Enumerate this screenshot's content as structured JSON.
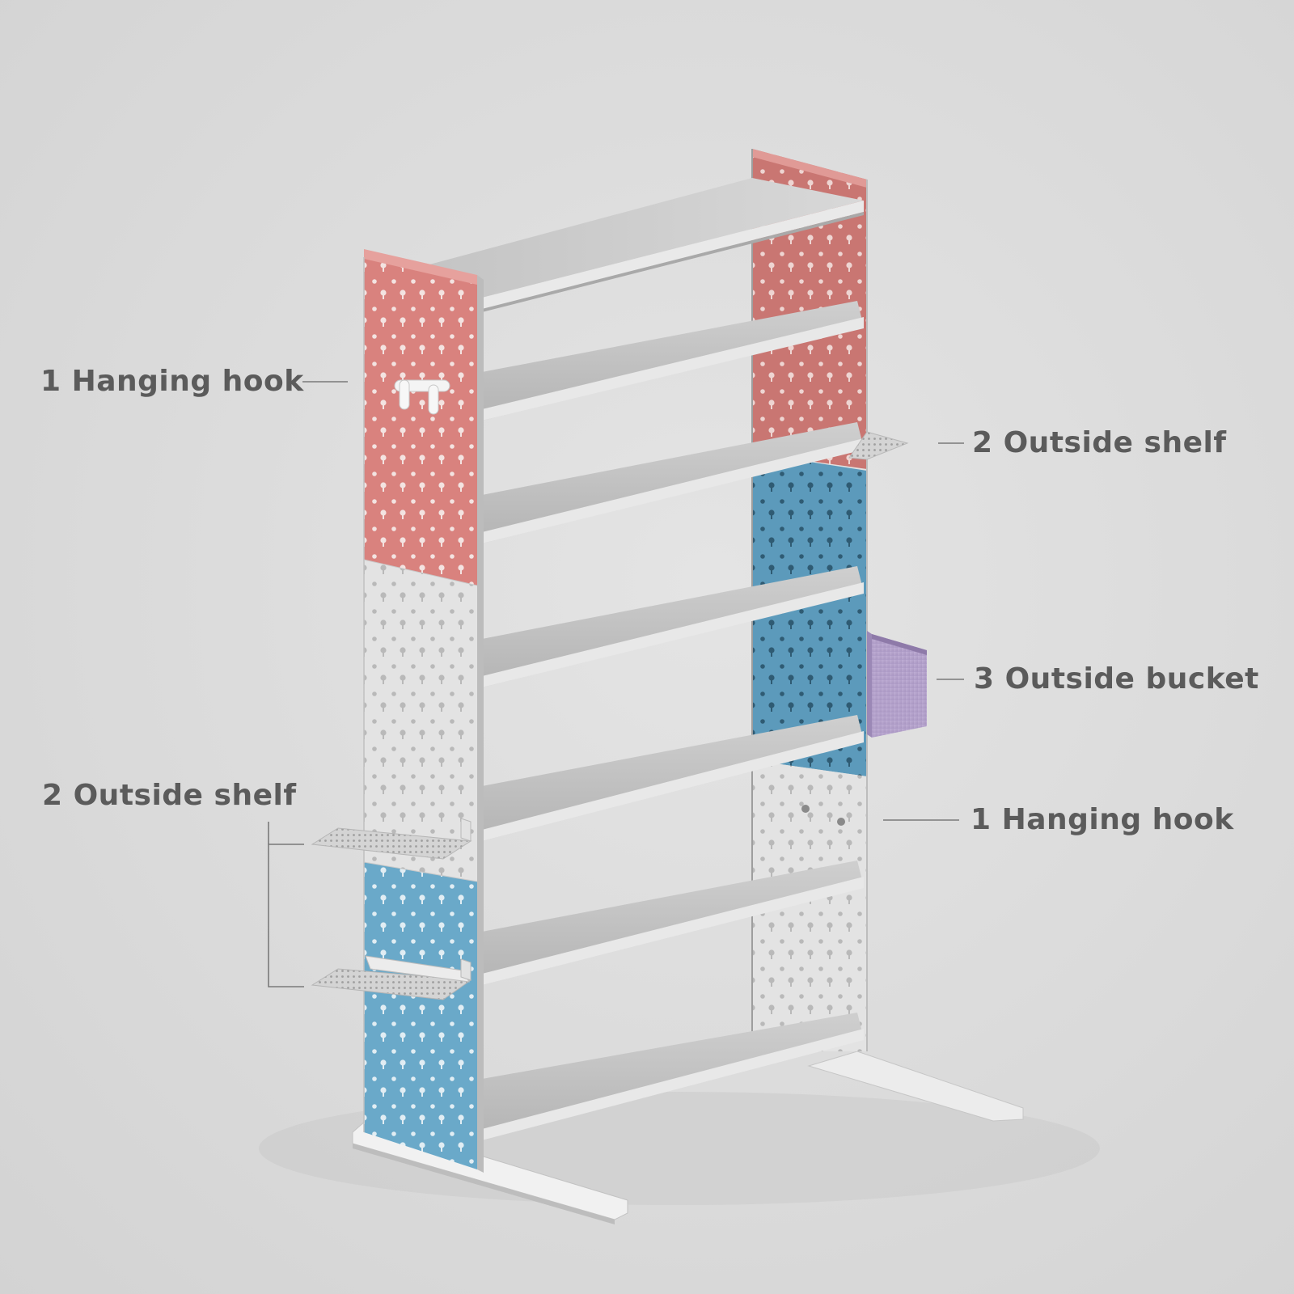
{
  "colors": {
    "background": "#dcdcdc",
    "coral_panel": "#d9827e",
    "blue_panel": "#6aa9c9",
    "silver_panel": "#e3e3e3",
    "bucket": "#b5a3cc",
    "label_text": "#5b5b5b",
    "leader_line": "#7a7a7a"
  },
  "labels": {
    "hook_left": "1 Hanging hook",
    "shelf_right": "2 Outside shelf",
    "bucket_right": "3 Outside bucket",
    "shelf_left": "2 Outside shelf",
    "hook_right": "1 Hanging hook"
  }
}
